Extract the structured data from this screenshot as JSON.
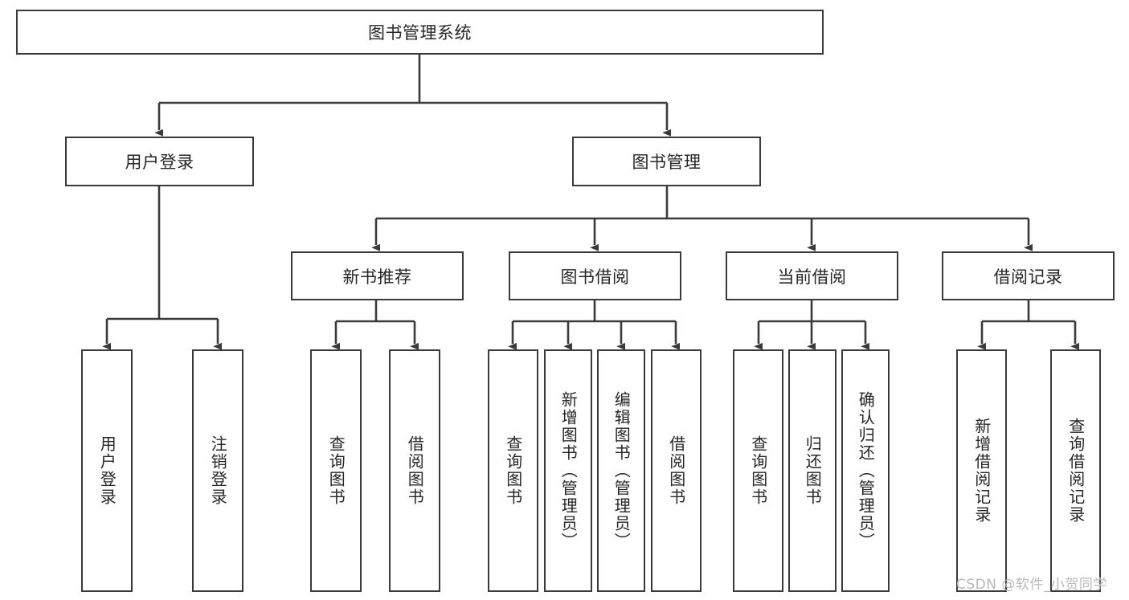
{
  "diagram": {
    "title": "图书管理系统",
    "watermark": "CSDN @软件_小贺同学",
    "colors": {
      "stroke": "#3a3a3a",
      "fill": "#ffffff",
      "text": "#262626",
      "watermark": "#b9b9b9"
    },
    "root": {
      "label": "图书管理系统"
    },
    "level2": [
      {
        "id": "user-login",
        "label": "用户登录"
      },
      {
        "id": "book-management",
        "label": "图书管理"
      }
    ],
    "level3": [
      {
        "id": "new-book-recommend",
        "label": "新书推荐",
        "parent": "book-management"
      },
      {
        "id": "book-borrow",
        "label": "图书借阅",
        "parent": "book-management"
      },
      {
        "id": "current-borrow",
        "label": "当前借阅",
        "parent": "book-management"
      },
      {
        "id": "borrow-record",
        "label": "借阅记录",
        "parent": "book-management"
      }
    ],
    "leaves": {
      "user-login": [
        {
          "id": "leaf-user-login",
          "label": "用户登录"
        },
        {
          "id": "leaf-logout",
          "label": "注销登录"
        }
      ],
      "new-book-recommend": [
        {
          "id": "leaf-query-book-1",
          "label": "查询图书"
        },
        {
          "id": "leaf-borrow-book-1",
          "label": "借阅图书"
        }
      ],
      "book-borrow": [
        {
          "id": "leaf-query-book-2",
          "label": "查询图书"
        },
        {
          "id": "leaf-add-book",
          "label": "新增图书（管理员）"
        },
        {
          "id": "leaf-edit-book",
          "label": "编辑图书（管理员）"
        },
        {
          "id": "leaf-borrow-book-2",
          "label": "借阅图书"
        }
      ],
      "current-borrow": [
        {
          "id": "leaf-query-book-3",
          "label": "查询图书"
        },
        {
          "id": "leaf-return-book",
          "label": "归还图书"
        },
        {
          "id": "leaf-confirm-return",
          "label": "确认归还（管理员）"
        }
      ],
      "borrow-record": [
        {
          "id": "leaf-add-record",
          "label": "新增借阅记录"
        },
        {
          "id": "leaf-query-record",
          "label": "查询借阅记录"
        }
      ]
    }
  }
}
